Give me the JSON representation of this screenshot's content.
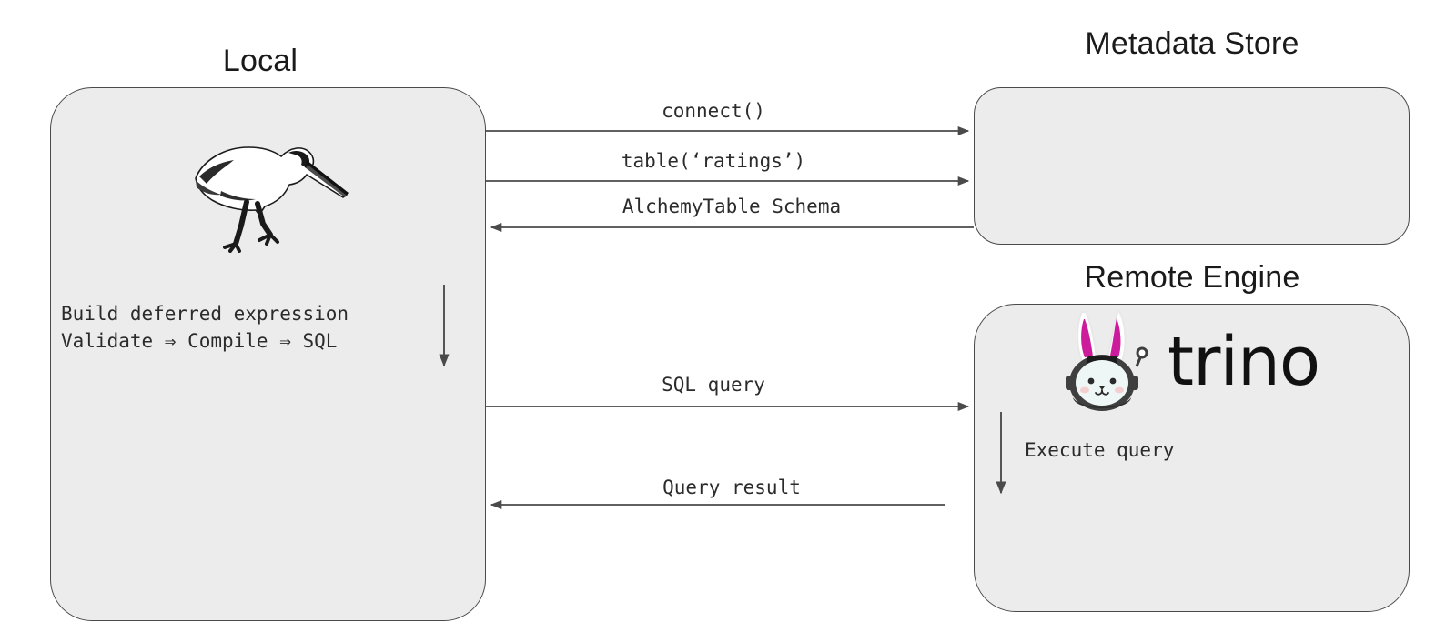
{
  "diagram": {
    "title_local": "Local",
    "title_metadata": "Metadata Store",
    "title_remote": "Remote Engine",
    "local_text_line1": "Build deferred expression",
    "local_text_line2": "Validate ⇒ Compile ⇒ SQL",
    "remote_text": "Execute query",
    "trino_wordmark": "trino",
    "colors": {
      "box_fill": "#ececec",
      "box_border": "#4a4a4a",
      "arrow": "#4a4a4a",
      "mono_text": "#2b2b2b",
      "title_text": "#1a1a1a",
      "trino_ear": "#cc1b9b",
      "trino_helmet": "#3f3f3f",
      "trino_face": "#eef6f6",
      "page_background": "#ffffff"
    },
    "messages": [
      {
        "label": "connect()",
        "direction": "right",
        "from": "Local",
        "to": "Metadata Store"
      },
      {
        "label": "table(‘ratings’)",
        "direction": "right",
        "from": "Local",
        "to": "Metadata Store"
      },
      {
        "label": "AlchemyTable Schema",
        "direction": "left",
        "from": "Metadata Store",
        "to": "Local"
      },
      {
        "label": "SQL query",
        "direction": "right",
        "from": "Local",
        "to": "Remote Engine"
      },
      {
        "label": "Query result",
        "direction": "left",
        "from": "Remote Engine",
        "to": "Local"
      }
    ],
    "internal_arrows": [
      {
        "name": "local-flow-arrow",
        "direction": "down",
        "container": "Local"
      },
      {
        "name": "remote-flow-arrow",
        "direction": "down",
        "container": "Remote Engine"
      }
    ],
    "icons": {
      "ibis": "ibis-bird-logo",
      "trino": "trino-bunny-logo"
    }
  }
}
